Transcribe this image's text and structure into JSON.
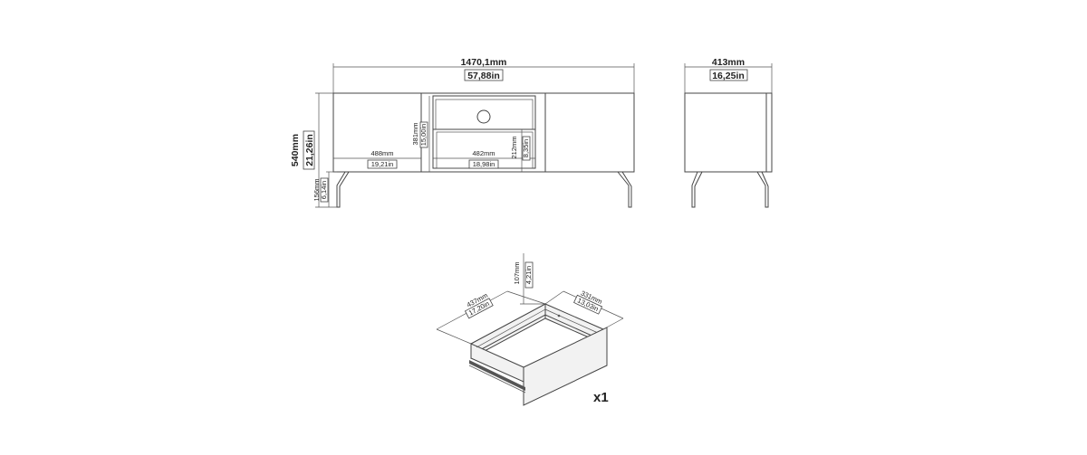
{
  "front_view": {
    "width": {
      "mm": "1470,1mm",
      "in": "57,88in"
    },
    "height": {
      "mm": "540mm",
      "in": "21,26in"
    },
    "leg_height": {
      "mm": "156mm",
      "in": "6,14in"
    },
    "door_width": {
      "mm": "488mm",
      "in": "19,21in"
    },
    "niche_width": {
      "mm": "482mm",
      "in": "18,98in"
    },
    "niche_height": {
      "mm": "381mm",
      "in": "15,00in"
    },
    "drawer_height": {
      "mm": "212mm",
      "in": "8,35in"
    }
  },
  "side_view": {
    "depth": {
      "mm": "413mm",
      "in": "16,25in"
    }
  },
  "drawer_view": {
    "depth": {
      "mm": "437mm",
      "in": "17,20in"
    },
    "height": {
      "mm": "107mm",
      "in": "4,21in"
    },
    "width": {
      "mm": "331mm",
      "in": "13,03in"
    },
    "quantity": "x1"
  }
}
